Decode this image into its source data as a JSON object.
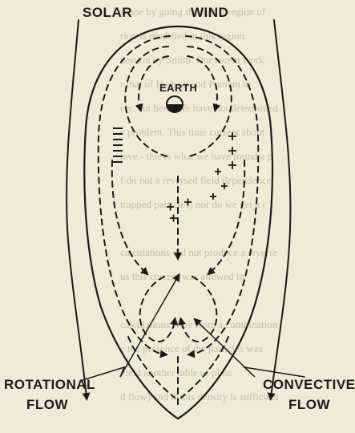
{
  "labels": {
    "solar": "SOLAR",
    "wind": "WIND",
    "earth": "EARTH",
    "rotational": "ROTATIONAL",
    "rotational_flow": "FLOW",
    "convective": "CONVECTIVE",
    "convective_flow": "FLOW"
  },
  "background_text": "scape by going through a region of\nrion is modified in this region.\nuestion by Smith. Our recent work\nr that of Hudson and Putnam in\nely, but here: We have not determined\ne problem. This time current about\nieve - this is what we have found a p\nf do not a reversed field dependence\ntrapped particles) nor do we get a r\n\ncalculations did not produce a reverse\nus this current was allowed in\n\ncalculations were from a combination\ne the presence of the particles was\nyield another table of plots\nd flow) and if this density is sufficient"
}
